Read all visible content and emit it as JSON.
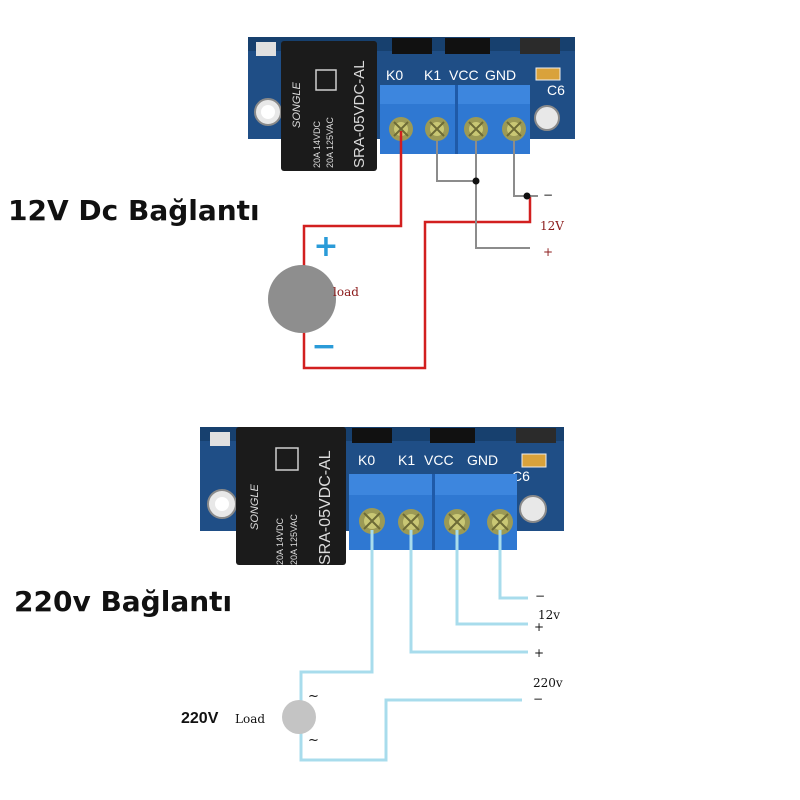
{
  "top": {
    "title": "12V Dc Bağlantı",
    "relay_brand": "SONGLE",
    "relay_model": "SRA-05VDC-AL",
    "relay_rating_1": "20A 14VDC",
    "relay_rating_2": "20A 125VAC",
    "pins": [
      "K0",
      "K1",
      "VCC",
      "GND"
    ],
    "cap_label": "C6",
    "load_label": "load",
    "plus_sign": "+",
    "minus_sign": "−",
    "supply_minus": "−",
    "supply_voltage": "12V",
    "supply_plus": "+"
  },
  "bottom": {
    "title": "220v Bağlantı",
    "relay_brand": "SONGLE",
    "relay_model": "SRA-05VDC-AL",
    "relay_rating_1": "20A 14VDC",
    "relay_rating_2": "20A 125VAC",
    "pins": [
      "K0",
      "K1",
      "VCC",
      "GND"
    ],
    "cap_label": "C6",
    "load_label_bold": "220V",
    "load_label": "Load",
    "tilde_top": "~",
    "tilde_bottom": "~",
    "dc_minus": "−",
    "dc_voltage": "12v",
    "dc_plus": "+",
    "ac_plus": "+",
    "ac_voltage": "220v",
    "ac_minus": "−"
  },
  "colors": {
    "board_blue": "#1f4e86",
    "terminal_blue": "#2f78d2",
    "relay_black": "#1b1b1b",
    "wire_red": "#d21f1f",
    "wire_gray": "#8c8c8c",
    "wire_cyan": "#a8dcec",
    "sign_blue": "#2a9bd8",
    "load_gray": "#8e8e8e",
    "load_light": "#c4c4c4",
    "label_red": "#8b1a1a"
  }
}
